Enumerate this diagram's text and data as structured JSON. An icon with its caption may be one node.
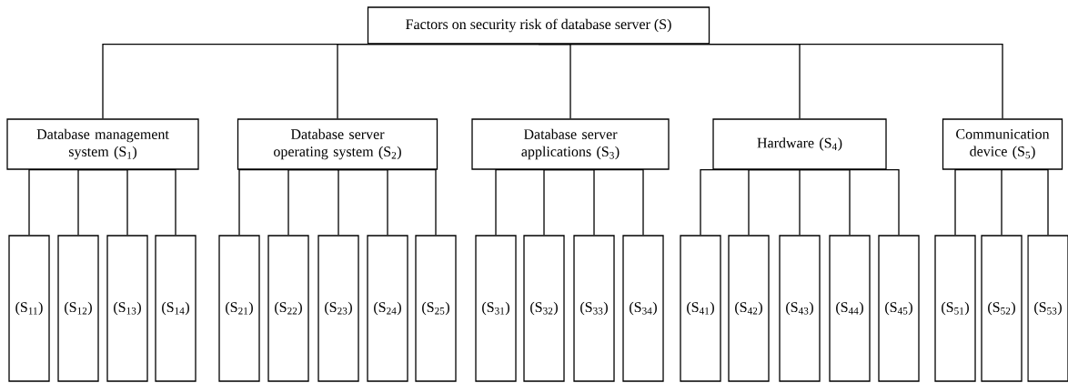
{
  "diagram": {
    "nodes": [
      {
        "text": [
          "Factors on security risk of database server (S)"
        ]
      },
      {
        "text": [
          "Database management system (S$_{1}$)"
        ]
      },
      {
        "text": [
          "Database server operating system (S$_{2}$)"
        ]
      },
      {
        "text": [
          "Database server applications (S$_{3}$)"
        ]
      },
      {
        "text": [
          "Hardware (S$_{4}$)"
        ]
      },
      {
        "text": [
          "Communication device (S$_{5}$)"
        ]
      },
      {
        "text": [
          "(S$_{11}$)"
        ]
      },
      {
        "text": [
          "(S$_{12}$)"
        ]
      },
      {
        "text": [
          "(S$_{13}$)"
        ]
      },
      {
        "text": [
          "(S$_{14}$)"
        ]
      },
      {
        "text": [
          "(S$_{21}$)"
        ]
      },
      {
        "text": [
          "(S$_{22}$)"
        ]
      },
      {
        "text": [
          "(S$_{23}$)"
        ]
      },
      {
        "text": [
          "(S$_{24}$)"
        ]
      },
      {
        "text": [
          "(S$_{25}$)"
        ]
      },
      {
        "text": [
          "(S$_{31}$)"
        ]
      },
      {
        "text": [
          "(S$_{32}$)"
        ]
      },
      {
        "text": [
          "(S$_{33}$)"
        ]
      },
      {
        "text": [
          "(S$_{34}$)"
        ]
      },
      {
        "text": [
          "(S$_{41}$)"
        ]
      },
      {
        "text": [
          "(S$_{42}$)"
        ]
      },
      {
        "text": [
          "(S$_{43}$)"
        ]
      },
      {
        "text": [
          "(S$_{44}$)"
        ]
      },
      {
        "text": [
          "(S$_{45}$)"
        ]
      },
      {
        "text": [
          "(S$_{51}$)"
        ]
      },
      {
        "text": [
          "(S$_{52}$)"
        ]
      },
      {
        "text": [
          "(S$_{53}$)"
        ]
      }
    ],
    "edges": [
      {
        "from": 0,
        "to": 1,
        "arrow": "none"
      },
      {
        "from": 0,
        "to": 2,
        "arrow": "none"
      },
      {
        "from": 0,
        "to": 3,
        "arrow": "none"
      },
      {
        "from": 0,
        "to": 4,
        "arrow": "none"
      },
      {
        "from": 0,
        "to": 5,
        "arrow": "none"
      },
      {
        "from": 1,
        "to": 6,
        "arrow": "none"
      },
      {
        "from": 1,
        "to": 7,
        "arrow": "none"
      },
      {
        "from": 1,
        "to": 8,
        "arrow": "none"
      },
      {
        "from": 1,
        "to": 9,
        "arrow": "none"
      },
      {
        "from": 2,
        "to": 10,
        "arrow": "none"
      },
      {
        "from": 2,
        "to": 11,
        "arrow": "none"
      },
      {
        "from": 2,
        "to": 12,
        "arrow": "none"
      },
      {
        "from": 2,
        "to": 13,
        "arrow": "none"
      },
      {
        "from": 2,
        "to": 14,
        "arrow": "none"
      },
      {
        "from": 3,
        "to": 15,
        "arrow": "none"
      },
      {
        "from": 3,
        "to": 16,
        "arrow": "none"
      },
      {
        "from": 3,
        "to": 17,
        "arrow": "none"
      },
      {
        "from": 3,
        "to": 18,
        "arrow": "none"
      },
      {
        "from": 4,
        "to": 19,
        "arrow": "none"
      },
      {
        "from": 4,
        "to": 20,
        "arrow": "none"
      },
      {
        "from": 4,
        "to": 21,
        "arrow": "none"
      },
      {
        "from": 4,
        "to": 22,
        "arrow": "none"
      },
      {
        "from": 4,
        "to": 23,
        "arrow": "none"
      },
      {
        "from": 5,
        "to": 24,
        "arrow": "none"
      },
      {
        "from": 5,
        "to": 25,
        "arrow": "none"
      },
      {
        "from": 5,
        "to": 26,
        "arrow": "none"
      }
    ]
  }
}
